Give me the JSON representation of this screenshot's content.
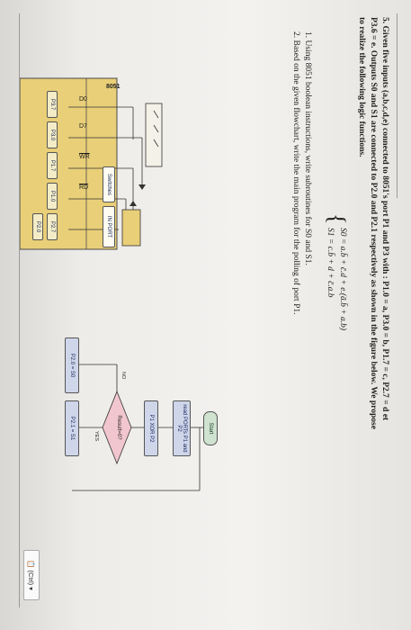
{
  "question": {
    "line1": "5. Given five inputs (a,b,c,d,e) connected to 8051's port P1 and P3 with : P1.0 = a, P3.0 = b, P1.7 = c, P2.7 = d et",
    "line2": "P3.6 = e. Outputs S0 and S1 are connected to P2.0 and P2.1 respectively as shown in the figure below. We propose",
    "line3": "to realize the following logic functions.",
    "eq_s0": "S0 = a.b̄ + c̄.d + e.(ā.b̄ + a.b)",
    "eq_s1": "S1 = c.b̄ + d + c̄.a.b",
    "task1": "1. Using 8051 boolean instructions, write subroutines for S0 and S1.",
    "task2": "2. Based on the given flowchart, write the main program for the polling of port P1."
  },
  "circuit": {
    "chip_name": "8051",
    "pins_left": [
      "D0",
      "D7",
      "WR",
      "RD"
    ],
    "ports": [
      "P3.7",
      "P3.0",
      "P1.7",
      "P1.0",
      "P2.7",
      "P2.0"
    ],
    "switches_label": "Switches",
    "in_port_label": "IN PORT"
  },
  "flowchart": {
    "start": "Start",
    "read": "read PORTs P1 and P2",
    "xor": "P1 XOR P2",
    "decision": "Result=0?",
    "yes": "YES",
    "no": "NO",
    "out0": "P2.0 = S0",
    "out1": "P2.1 = S1"
  },
  "paste_control": {
    "label": "(Ctrl)"
  },
  "colors": {
    "chip_fill": "#e9cf78",
    "chip_border": "#4a4a4a",
    "box_fill": "#cfd6ea",
    "decision_fill": "#f2c6cf"
  }
}
